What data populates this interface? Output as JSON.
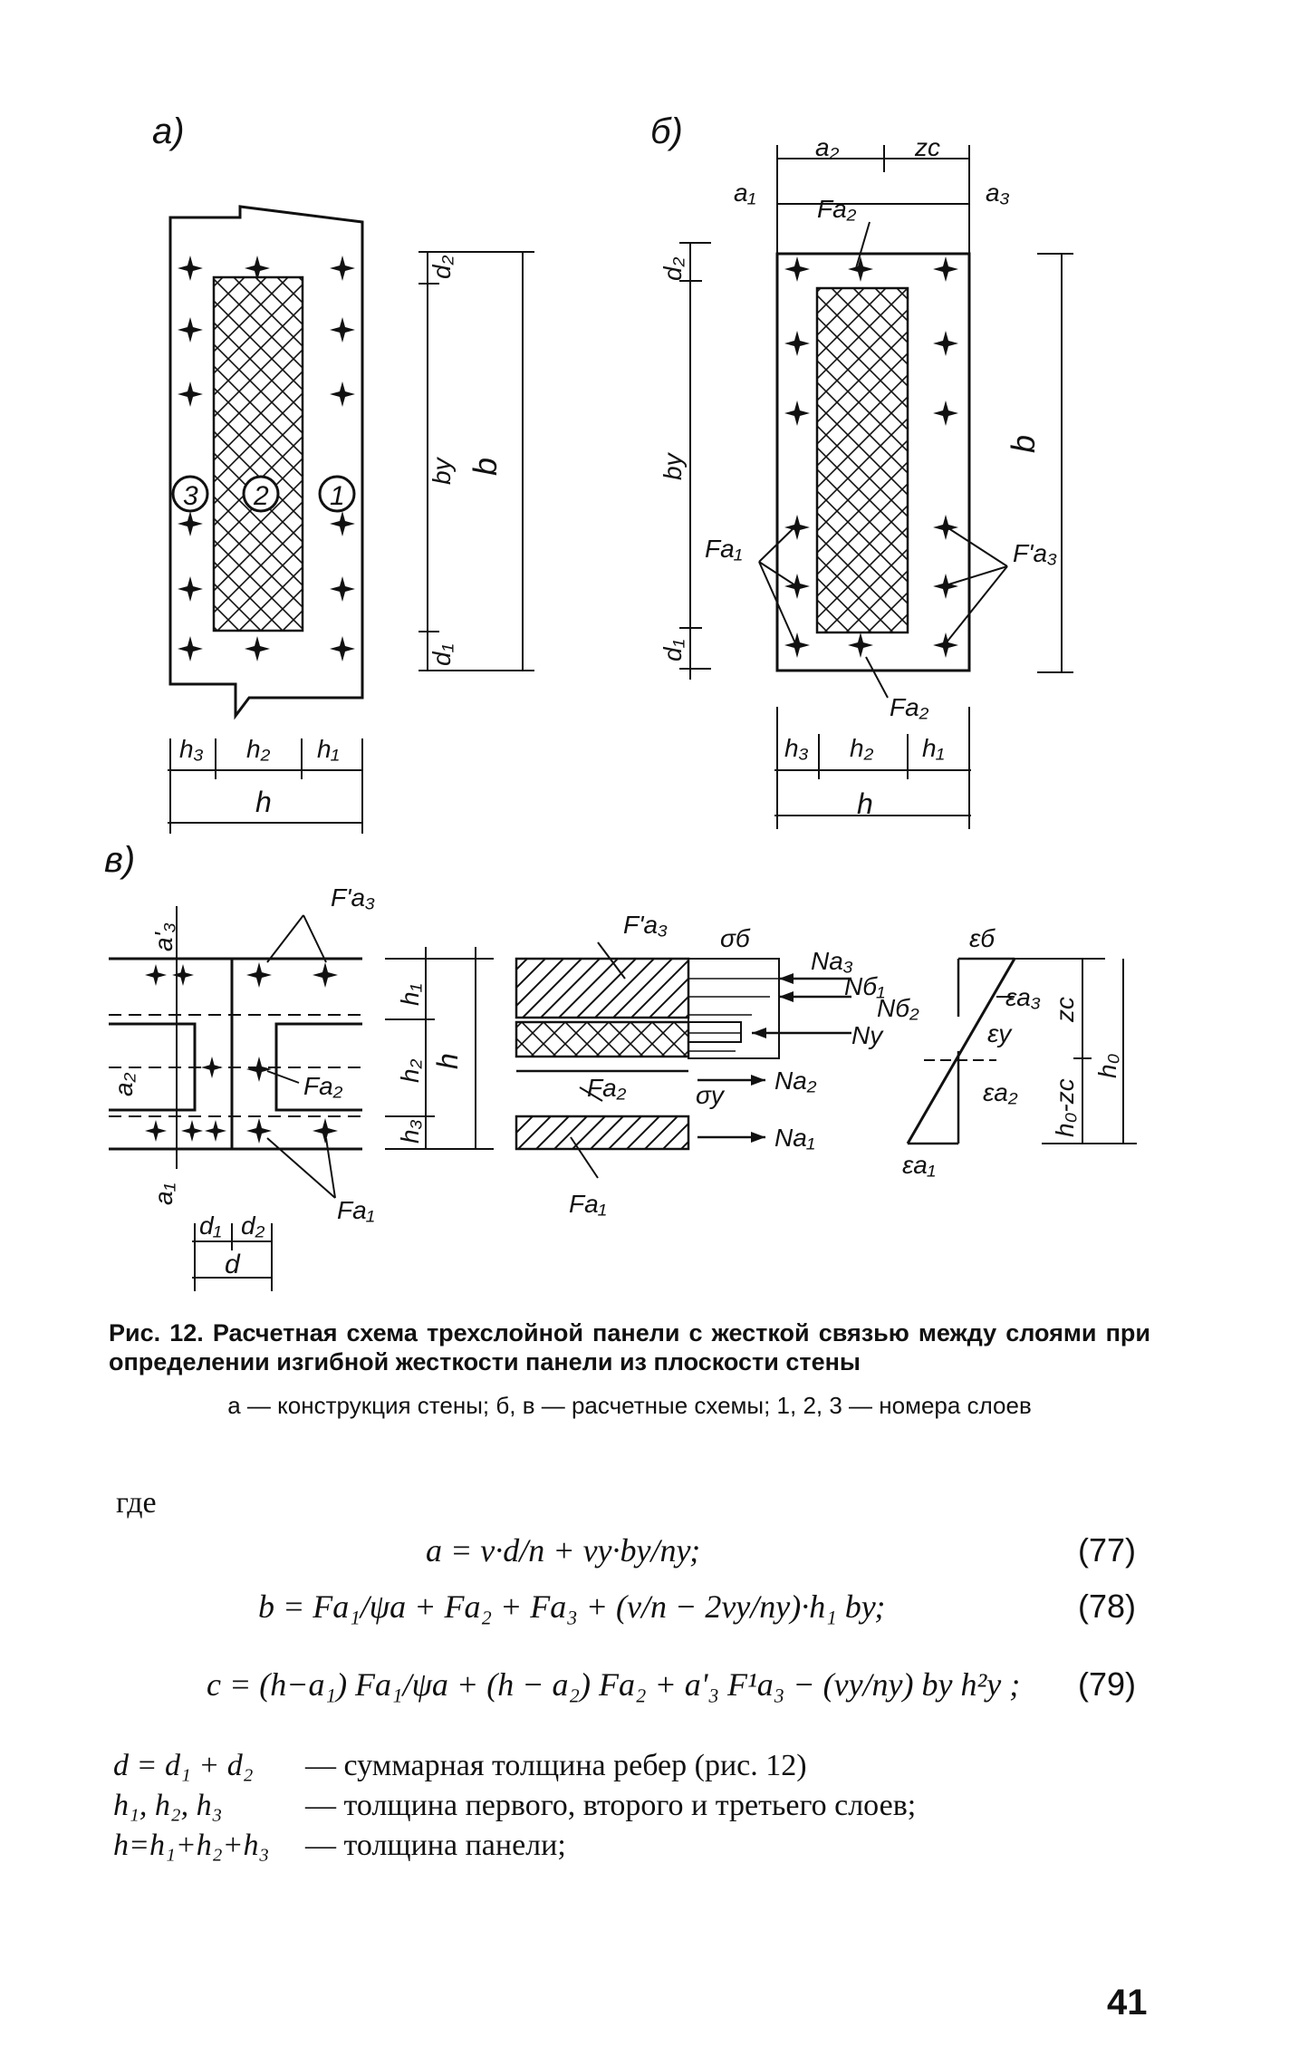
{
  "figure": {
    "panel_a": {
      "label": "а)",
      "layer_numbers": [
        "3",
        "2",
        "1"
      ],
      "dims": {
        "d2": "d₂",
        "by": "bу",
        "b": "b",
        "d1": "d₁",
        "h3": "h₃",
        "h2": "h₂",
        "h1": "h₁",
        "h": "h"
      }
    },
    "panel_b": {
      "label": "б)",
      "dims": {
        "a2": "a₂",
        "zc": "zc",
        "a1": "a₁",
        "a3": "a₃",
        "d2": "d₂",
        "by": "bу",
        "b": "b",
        "d1": "d₁",
        "h3": "h₃",
        "h2": "h₂",
        "h1": "h₁",
        "h": "h"
      },
      "labels": {
        "Fa2_top": "Fa₂",
        "Fa1": "Fa₁",
        "Fa3p": "F'a₃",
        "Fa2_bottom": "Fa₂"
      }
    },
    "panel_v": {
      "label": "в)",
      "left": {
        "Fa3p": "F'a₃",
        "a3p": "a'₃",
        "a2": "a₂",
        "Fa2": "Fa₂",
        "a1": "a₁",
        "Fa1": "Fa₁",
        "d1": "d₁",
        "d2": "d₂",
        "d": "d"
      },
      "middle_dims": {
        "h1": "h₁",
        "h2": "h₂",
        "h": "h",
        "h3": "h₃"
      },
      "stress": {
        "Fa3p": "F'a₃",
        "sigma_b": "σб",
        "Na3": "Na₃",
        "Nb1": "Nб₁",
        "Nb2": "Nб₂",
        "Ny": "Nу",
        "Na2": "Na₂",
        "Fa2": "Fa₂",
        "sigma_y": "σу",
        "Na1": "Na₁",
        "Fa1": "Fa₁"
      },
      "strain": {
        "eps_b": "εб",
        "eps_a3": "εa₃",
        "eps_y": "εу",
        "eps_a2": "εa₂",
        "eps_a1": "εa₁",
        "zc": "zc",
        "h0": "h₀",
        "h0_zc": "h₀-zc"
      }
    }
  },
  "caption": "Рис. 12. Расчетная схема трехслойной панели с жесткой связью между слоями при определении изгибной жесткости панели из плоскости стены",
  "legend": "а — конструкция стены; б, в — расчетные схемы; 1, 2, 3 — номера слоев",
  "where": "где",
  "equations": [
    {
      "text": "a = ν·d/n + νу·bу/nу;",
      "num": "(77)"
    },
    {
      "text": "b = Fa₁/ψa + Fa₂ + Fa₃ + (ν/n − 2νу/nу)·h₁ bу;",
      "num": "(78)"
    },
    {
      "text": "c = (h−a₁) Fa₁/ψa + (h − a₂) Fa₂ + a'₃ F¹a₃ − (νу/nу) bу h²у ;",
      "num": "(79)"
    }
  ],
  "definitions": [
    {
      "sym": "d = d₁ + d₂",
      "text": "— суммарная толщина ребер (рис. 12)"
    },
    {
      "sym": "h₁, h₂, h₃",
      "text": "— толщина первого, второго и третьего слоев;"
    },
    {
      "sym": "h=h₁+h₂+h₃",
      "text": "— толщина панели;"
    }
  ],
  "page_number": "41"
}
